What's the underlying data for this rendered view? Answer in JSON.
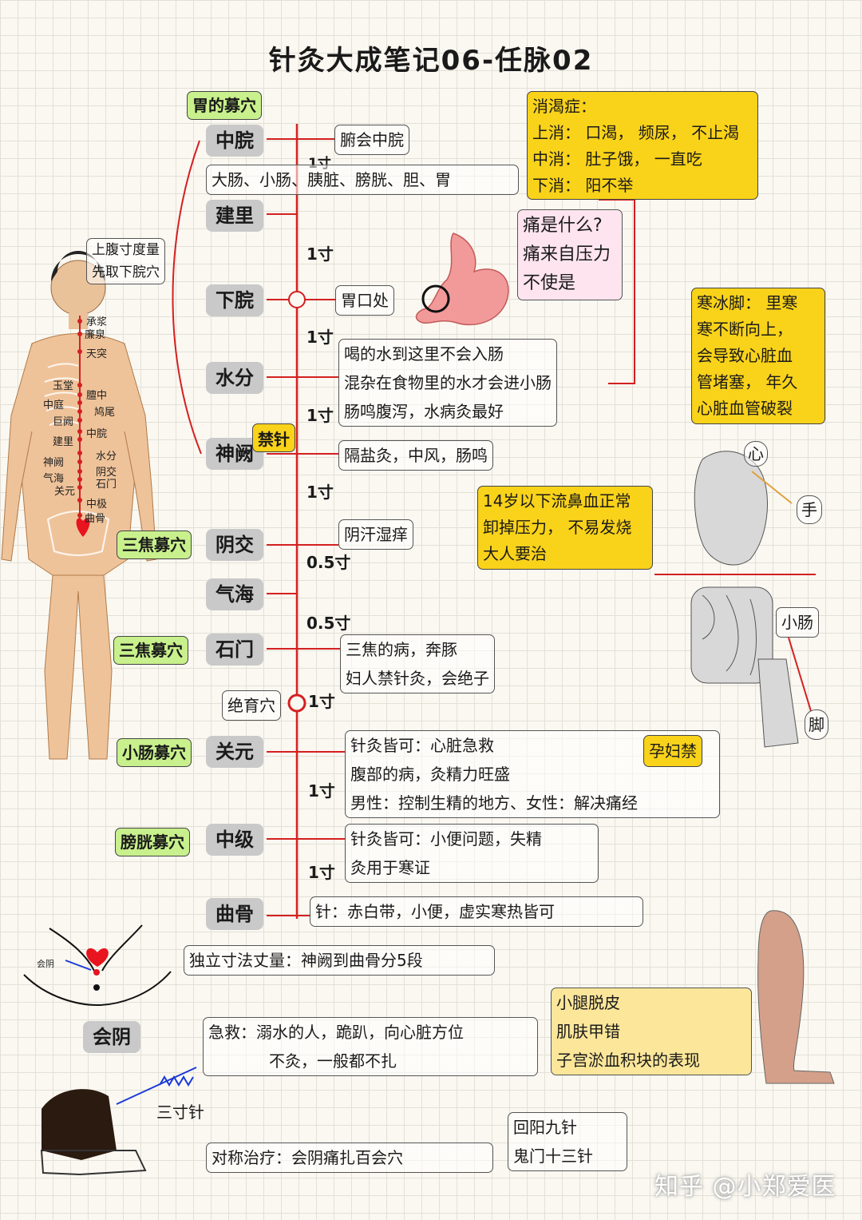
{
  "title": "针灸大成笔记06-任脉02",
  "points": {
    "zhongwan": "中脘",
    "jianli": "建里",
    "xiawan": "下脘",
    "shuifen": "水分",
    "shenque": "神阙",
    "yinjiao": "阴交",
    "qihai": "气海",
    "shimen": "石门",
    "guanyuan": "关元",
    "zhongji": "中级",
    "qugu": "曲骨",
    "huiyin": "会阴"
  },
  "spacings": {
    "s1": "1寸",
    "s2": "1寸",
    "s3": "1寸",
    "s4": "1寸",
    "s5": "1寸",
    "s6": "0.5寸",
    "s7": "0.5寸",
    "s8": "1寸",
    "s9": "1寸",
    "s10": "1寸"
  },
  "mu_labels": {
    "stomach": "胃的募穴",
    "sanjiao1": "三焦募穴",
    "sanjiao2": "三焦募穴",
    "small_intestine": "小肠募穴",
    "bladder": "膀胱募穴",
    "jinzhen": "禁针"
  },
  "notes": {
    "fuhui": "腑会中脘",
    "organs": "大肠、小肠、胰脏、膀胱、胆、胃",
    "upper_measure": [
      "上腹寸度量",
      "先取下脘穴"
    ],
    "weikou": "胃口处",
    "water": [
      "喝的水到这里不会入肠",
      "混杂在食物里的水才会进小肠",
      "肠鸣腹泻，水病灸最好"
    ],
    "shenque": "隔盐灸，中风，肠鸣",
    "yinjiao": "阴汗湿痒",
    "shimen": [
      "三焦的病，奔豚",
      "妇人禁针灸，会绝子"
    ],
    "jueyu": "绝育穴",
    "guanyuan": [
      "针灸皆可：心脏急救",
      "腹部的病，灸精力旺盛",
      "男性：控制生精的地方、女性：解决痛经"
    ],
    "pregnant": "孕妇禁",
    "zhongji": [
      "针灸皆可：小便问题，失精",
      "灸用于寒证"
    ],
    "qugu": "针：赤白带，小便，虚实寒热皆可",
    "duli": "独立寸法丈量：神阙到曲骨分5段",
    "emergency": [
      "急救：溺水的人，跪趴，向心脏方位",
      "不灸，一般都不扎"
    ],
    "sancun": "三寸针",
    "symmetric": "对称治疗：会阴痛扎百会穴",
    "huiyang": [
      "回阳九针",
      "鬼门十三针"
    ]
  },
  "yellow_notes": {
    "xiaoke": [
      "消渴症：",
      "上消：  口渴，  频尿，  不止渴",
      "中消：  肚子饿，  一直吃",
      "下消：  阳不举"
    ],
    "cold": [
      "寒冰脚：  里寒",
      "寒不断向上，",
      "会导致心脏血",
      "管堵塞，  年久",
      "心脏血管破裂"
    ],
    "nosebleed": [
      "14岁以下流鼻血正常",
      "卸掉压力，  不易发烧",
      "大人要治"
    ],
    "leg": [
      "小腿脱皮",
      "肌肤甲错",
      "子宫淤血积块的表现"
    ]
  },
  "pain_note": [
    "痛是什么?",
    "痛来自压力",
    "不使是"
  ],
  "anatomy_labels": {
    "heart": "心",
    "hand": "手",
    "small_intestine": "小肠",
    "foot": "脚",
    "huiyin_small": "会阴"
  },
  "body_labels": [
    "承浆",
    "廉泉",
    "天突",
    "玉堂",
    "膻中",
    "中庭",
    "鸠尾",
    "巨阙",
    "中脘",
    "建里",
    "水分",
    "神阙",
    "阴交",
    "气海",
    "石门",
    "关元",
    "中极",
    "曲骨"
  ],
  "watermark": "知乎 @小郑爱医",
  "colors": {
    "accent_red": "#d42020",
    "mu_green": "#c8f08c",
    "note_yellow": "#f9d21a",
    "point_gray": "#c9c9c9"
  }
}
